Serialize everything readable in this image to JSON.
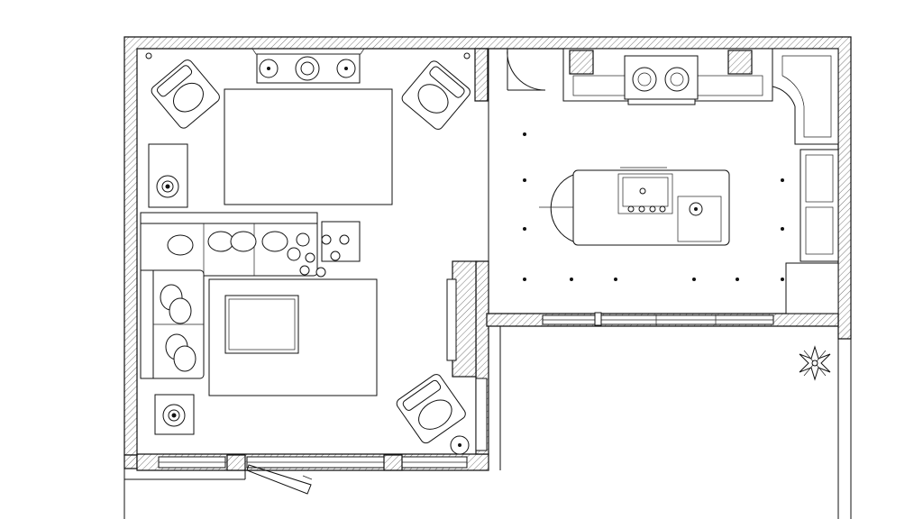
{
  "drawing": {
    "kind": "architectural floor plan",
    "colors": {
      "line": "#111111",
      "background": "#ffffff",
      "hatch": "#555555"
    },
    "rooms": [
      "living-room",
      "kitchen",
      "patio"
    ],
    "recessed_light_count": 11,
    "labels": []
  }
}
